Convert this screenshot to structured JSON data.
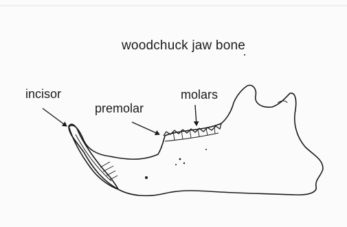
{
  "diagram": {
    "title": "woodchuck jaw bone",
    "labels": {
      "incisor": "incisor",
      "premolar": "premolar",
      "molars": "molars"
    },
    "line_color": "#1a1a1a"
  }
}
